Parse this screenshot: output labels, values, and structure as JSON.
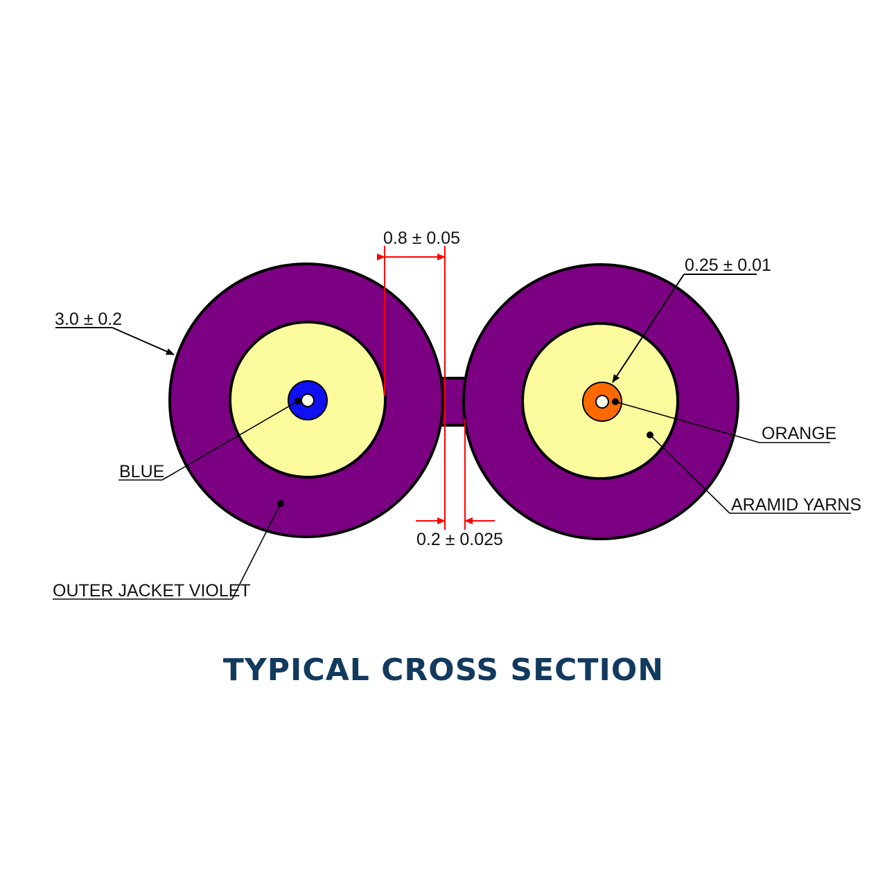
{
  "title": "TYPICAL CROSS SECTION",
  "labels": {
    "outer_diameter": "3.0 ± 0.2",
    "jacket_thickness": "0.8 ± 0.05",
    "fiber_diameter": "0.25 ± 0.01",
    "web_thickness": "0.2 ± 0.025",
    "blue": "BLUE",
    "orange": "ORANGE",
    "aramid_yarns": "ARAMID YARNS",
    "outer_jacket": "OUTER JACKET VIOLET"
  },
  "colors": {
    "jacket": "#7b0082",
    "aramid": "#fbfb9e",
    "fiber_left": "#1010f0",
    "fiber_right": "#ff6a00",
    "dimension": "#ff0000",
    "outline": "#000000",
    "title": "#123a5e"
  }
}
